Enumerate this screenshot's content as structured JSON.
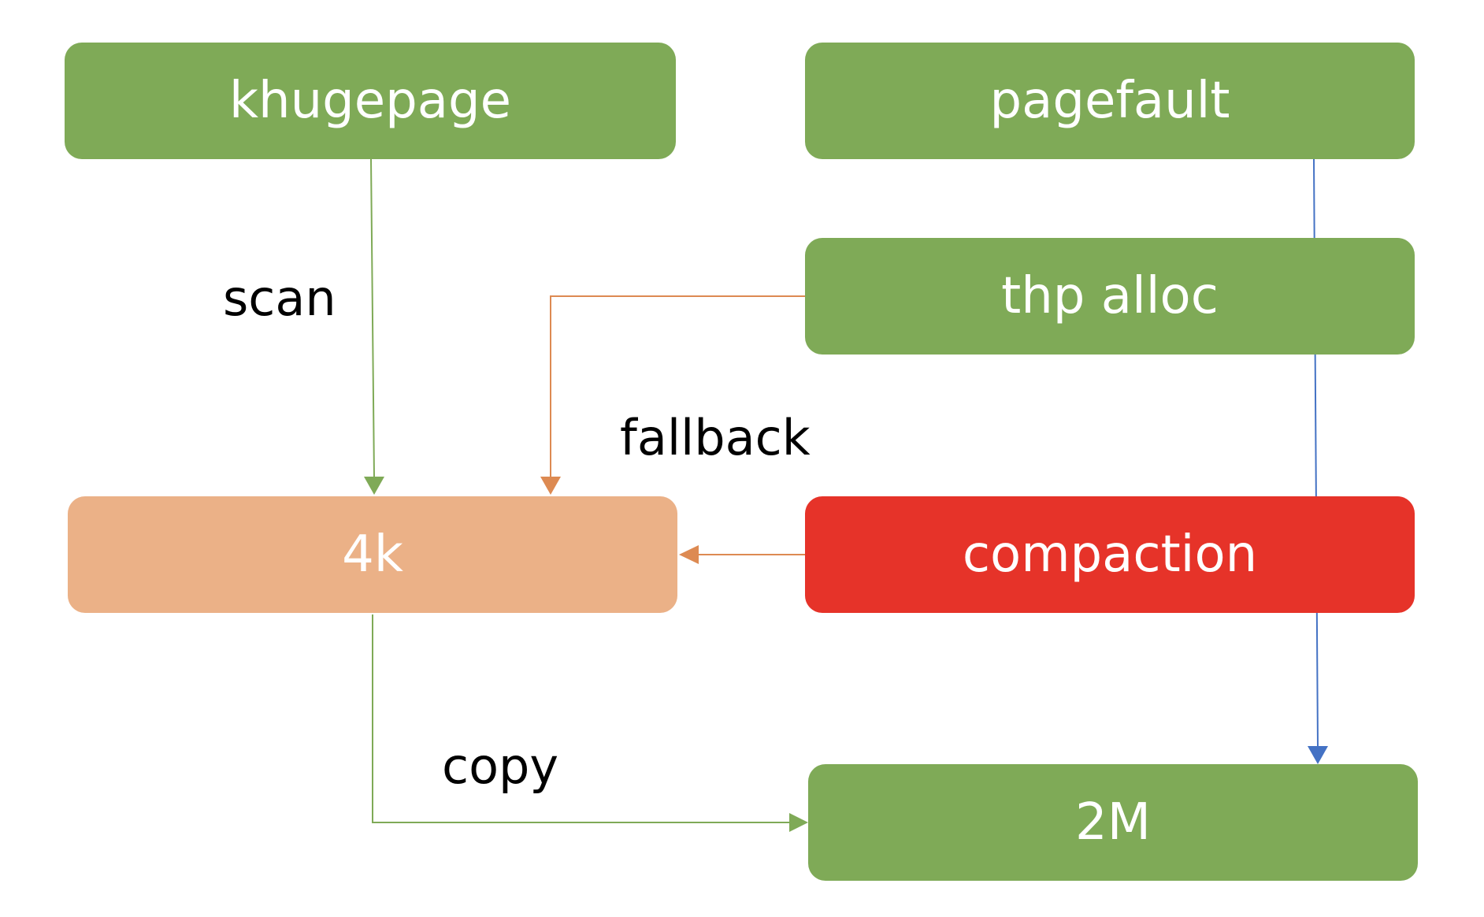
{
  "nodes": {
    "khugepage": "khugepage",
    "pagefault": "pagefault",
    "thp_alloc": "thp alloc",
    "four_k": "4k",
    "compaction": "compaction",
    "two_m": "2M"
  },
  "edge_labels": {
    "scan": "scan",
    "fallback": "fallback",
    "copy": "copy"
  },
  "colors": {
    "node_green": "#7faa57",
    "node_orange": "#ebb187",
    "node_red": "#e63329",
    "edge_green": "#7faa57",
    "edge_orange": "#dd8a52",
    "edge_blue": "#4472c4"
  }
}
